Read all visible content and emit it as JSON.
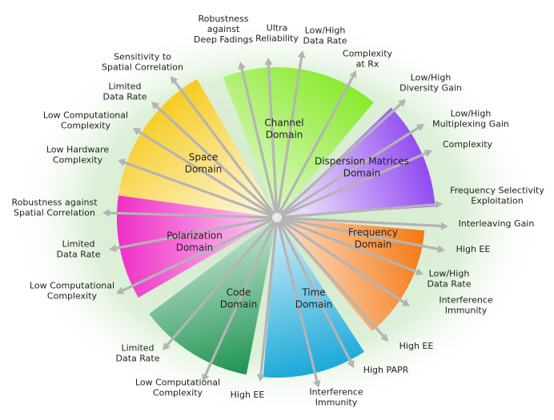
{
  "colors": {
    "space": "#f5c400",
    "channel": "#7ee81a",
    "dispersion": "#8a3ef0",
    "frequency": "#f57a16",
    "time": "#14a6d8",
    "code": "#1f9452",
    "polarization": "#ee2ec6",
    "arrow": "#b4b4b4",
    "halo": "#cfe9c8"
  },
  "domains": [
    {
      "id": "space",
      "lines": [
        "Space",
        "Domain"
      ]
    },
    {
      "id": "channel",
      "lines": [
        "Channel",
        "Domain"
      ]
    },
    {
      "id": "dispersion",
      "lines": [
        "Dispersion Matrices",
        "Domain"
      ]
    },
    {
      "id": "frequency",
      "lines": [
        "Frequency",
        "Domain"
      ]
    },
    {
      "id": "time",
      "lines": [
        "Time",
        "Domain"
      ]
    },
    {
      "id": "code",
      "lines": [
        "Code",
        "Domain"
      ]
    },
    {
      "id": "polarization",
      "lines": [
        "Polarization",
        "Domain"
      ]
    }
  ],
  "capabilities": [
    {
      "domain": "channel",
      "lines": [
        "Robustness",
        "against",
        "Deep Fadings"
      ]
    },
    {
      "domain": "channel",
      "lines": [
        "Ultra",
        "Reliability"
      ]
    },
    {
      "domain": "channel",
      "lines": [
        "Low/High",
        "Data Rate"
      ]
    },
    {
      "domain": "channel",
      "lines": [
        "Complexity",
        "at Rx"
      ]
    },
    {
      "domain": "dispersion",
      "lines": [
        "Low/High",
        "Diversity Gain"
      ]
    },
    {
      "domain": "dispersion",
      "lines": [
        "Low/High",
        "Multiplexing Gain"
      ]
    },
    {
      "domain": "dispersion",
      "lines": [
        "Complexity"
      ]
    },
    {
      "domain": "frequency",
      "lines": [
        "Frequency Selectivity",
        "Exploitation"
      ]
    },
    {
      "domain": "frequency",
      "lines": [
        "Interleaving Gain"
      ]
    },
    {
      "domain": "frequency",
      "lines": [
        "High EE"
      ]
    },
    {
      "domain": "frequency",
      "lines": [
        "Low/High",
        "Data Rate"
      ]
    },
    {
      "domain": "frequency",
      "lines": [
        "Interference",
        "Immunity"
      ]
    },
    {
      "domain": "time",
      "lines": [
        "High EE"
      ]
    },
    {
      "domain": "time",
      "lines": [
        "High PAPR"
      ]
    },
    {
      "domain": "time",
      "lines": [
        "Interference",
        "Immunity"
      ]
    },
    {
      "domain": "code",
      "lines": [
        "High EE"
      ]
    },
    {
      "domain": "code",
      "lines": [
        "Low Computational",
        "Complexity"
      ]
    },
    {
      "domain": "code",
      "lines": [
        "Limited",
        "Data Rate"
      ]
    },
    {
      "domain": "polarization",
      "lines": [
        "Low Computational",
        "Complexity"
      ]
    },
    {
      "domain": "polarization",
      "lines": [
        "Limited",
        "Data Rate"
      ]
    },
    {
      "domain": "polarization",
      "lines": [
        "Robustness against",
        "Spatial Correlation"
      ]
    },
    {
      "domain": "space",
      "lines": [
        "Low Hardware",
        "Complexity"
      ]
    },
    {
      "domain": "space",
      "lines": [
        "Low Computational",
        "Complexity"
      ]
    },
    {
      "domain": "space",
      "lines": [
        "Limited",
        "Data Rate"
      ]
    },
    {
      "domain": "space",
      "lines": [
        "Sensitivity to",
        "Spatial Correlation"
      ]
    }
  ]
}
